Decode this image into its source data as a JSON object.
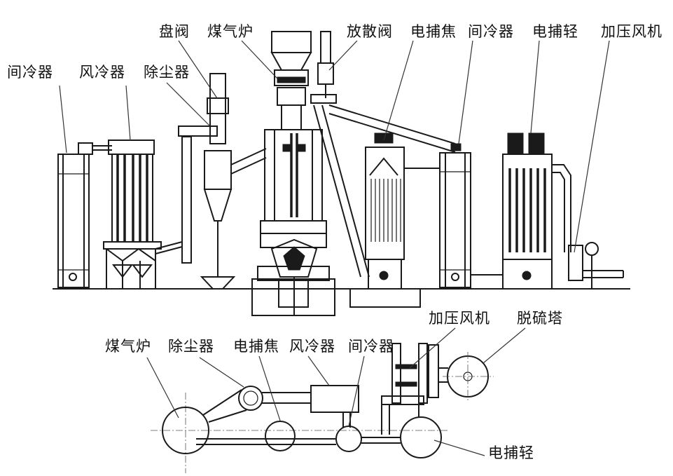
{
  "elevation_view": {
    "labels": {
      "indirect_cooler_left": "间冷器",
      "air_cooler": "风冷器",
      "dust_collector": "除尘器",
      "disc_valve": "盘阀",
      "gas_furnace": "煤气炉",
      "vent_valve": "放散阀",
      "electrostatic_tar_precipitator": "电捕焦",
      "indirect_cooler_right": "间冷器",
      "electrostatic_light_oil_precipitator": "电捕轻",
      "booster_fan": "加压风机"
    }
  },
  "plan_view": {
    "labels": {
      "gas_furnace": "煤气炉",
      "dust_collector": "除尘器",
      "electrostatic_tar_precipitator": "电捕焦",
      "air_cooler": "风冷器",
      "indirect_cooler": "间冷器",
      "booster_fan": "加压风机",
      "desulfurization_tower": "脱硫塔",
      "electrostatic_light_oil_precipitator": "电捕轻"
    }
  },
  "colors": {
    "ink": "#1a1a1a",
    "background": "#ffffff"
  }
}
